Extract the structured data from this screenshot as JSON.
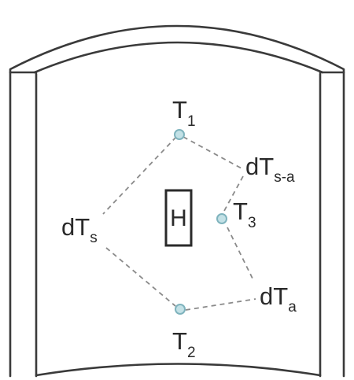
{
  "sensors": [
    {
      "id": "t1",
      "main": "T",
      "sub": "1"
    },
    {
      "id": "t2",
      "main": "T",
      "sub": "2"
    },
    {
      "id": "t3",
      "main": "T",
      "sub": "3"
    }
  ],
  "gradients": {
    "ds": {
      "main": "dT",
      "sub": "s"
    },
    "dsa": {
      "main": "dT",
      "sub": "s-a"
    },
    "da": {
      "main": "dT",
      "sub": "a"
    }
  },
  "heater": {
    "label": "H"
  }
}
